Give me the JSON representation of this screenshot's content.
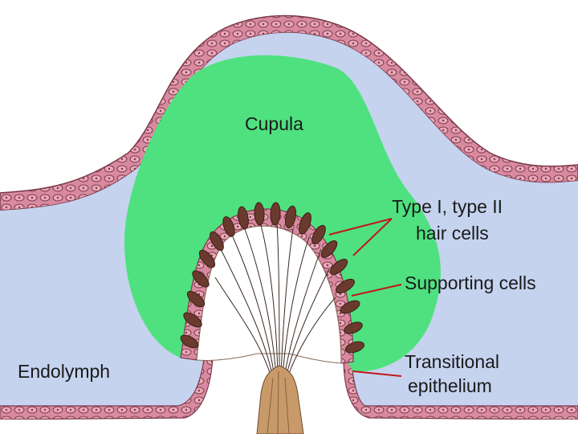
{
  "labels": {
    "cupula": "Cupula",
    "hair_cells_line1": "Type I, type II",
    "hair_cells_line2": "hair cells",
    "supporting_cells": "Supporting cells",
    "transitional_line1": "Transitional",
    "transitional_line2": "epithelium",
    "endolymph": "Endolymph"
  },
  "colors": {
    "endolymph": "#c5d3ef",
    "cupula": "#4fe17f",
    "epithelium_cells": "#d98aa0",
    "hair_cells": "#6b3a2e",
    "nerve": "#c89a6a",
    "leader_lines": "#c01818",
    "background": "#ffffff"
  }
}
